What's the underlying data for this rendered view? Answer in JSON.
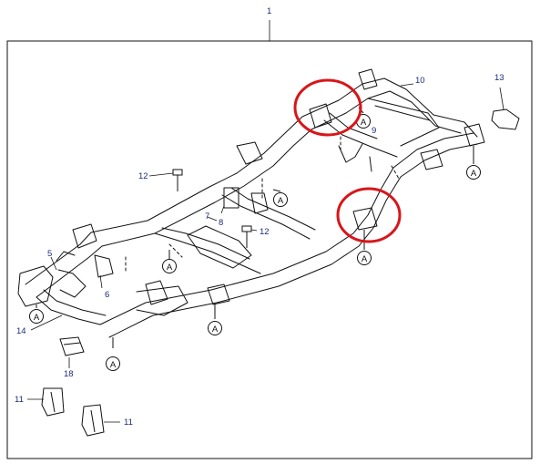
{
  "colors": {
    "line": "#111111",
    "label": "#1b2a7a",
    "highlight": "#d8161a"
  },
  "callouts": {
    "n1": "1",
    "n5": "5",
    "n6": "6",
    "n7": "7",
    "n8": "8",
    "n9": "9",
    "n10": "10",
    "n11a": "11",
    "n11b": "11",
    "n12a": "12",
    "n12b": "12",
    "n13": "13",
    "n14": "14",
    "n18": "18"
  },
  "mounts": {
    "letter": "A"
  }
}
